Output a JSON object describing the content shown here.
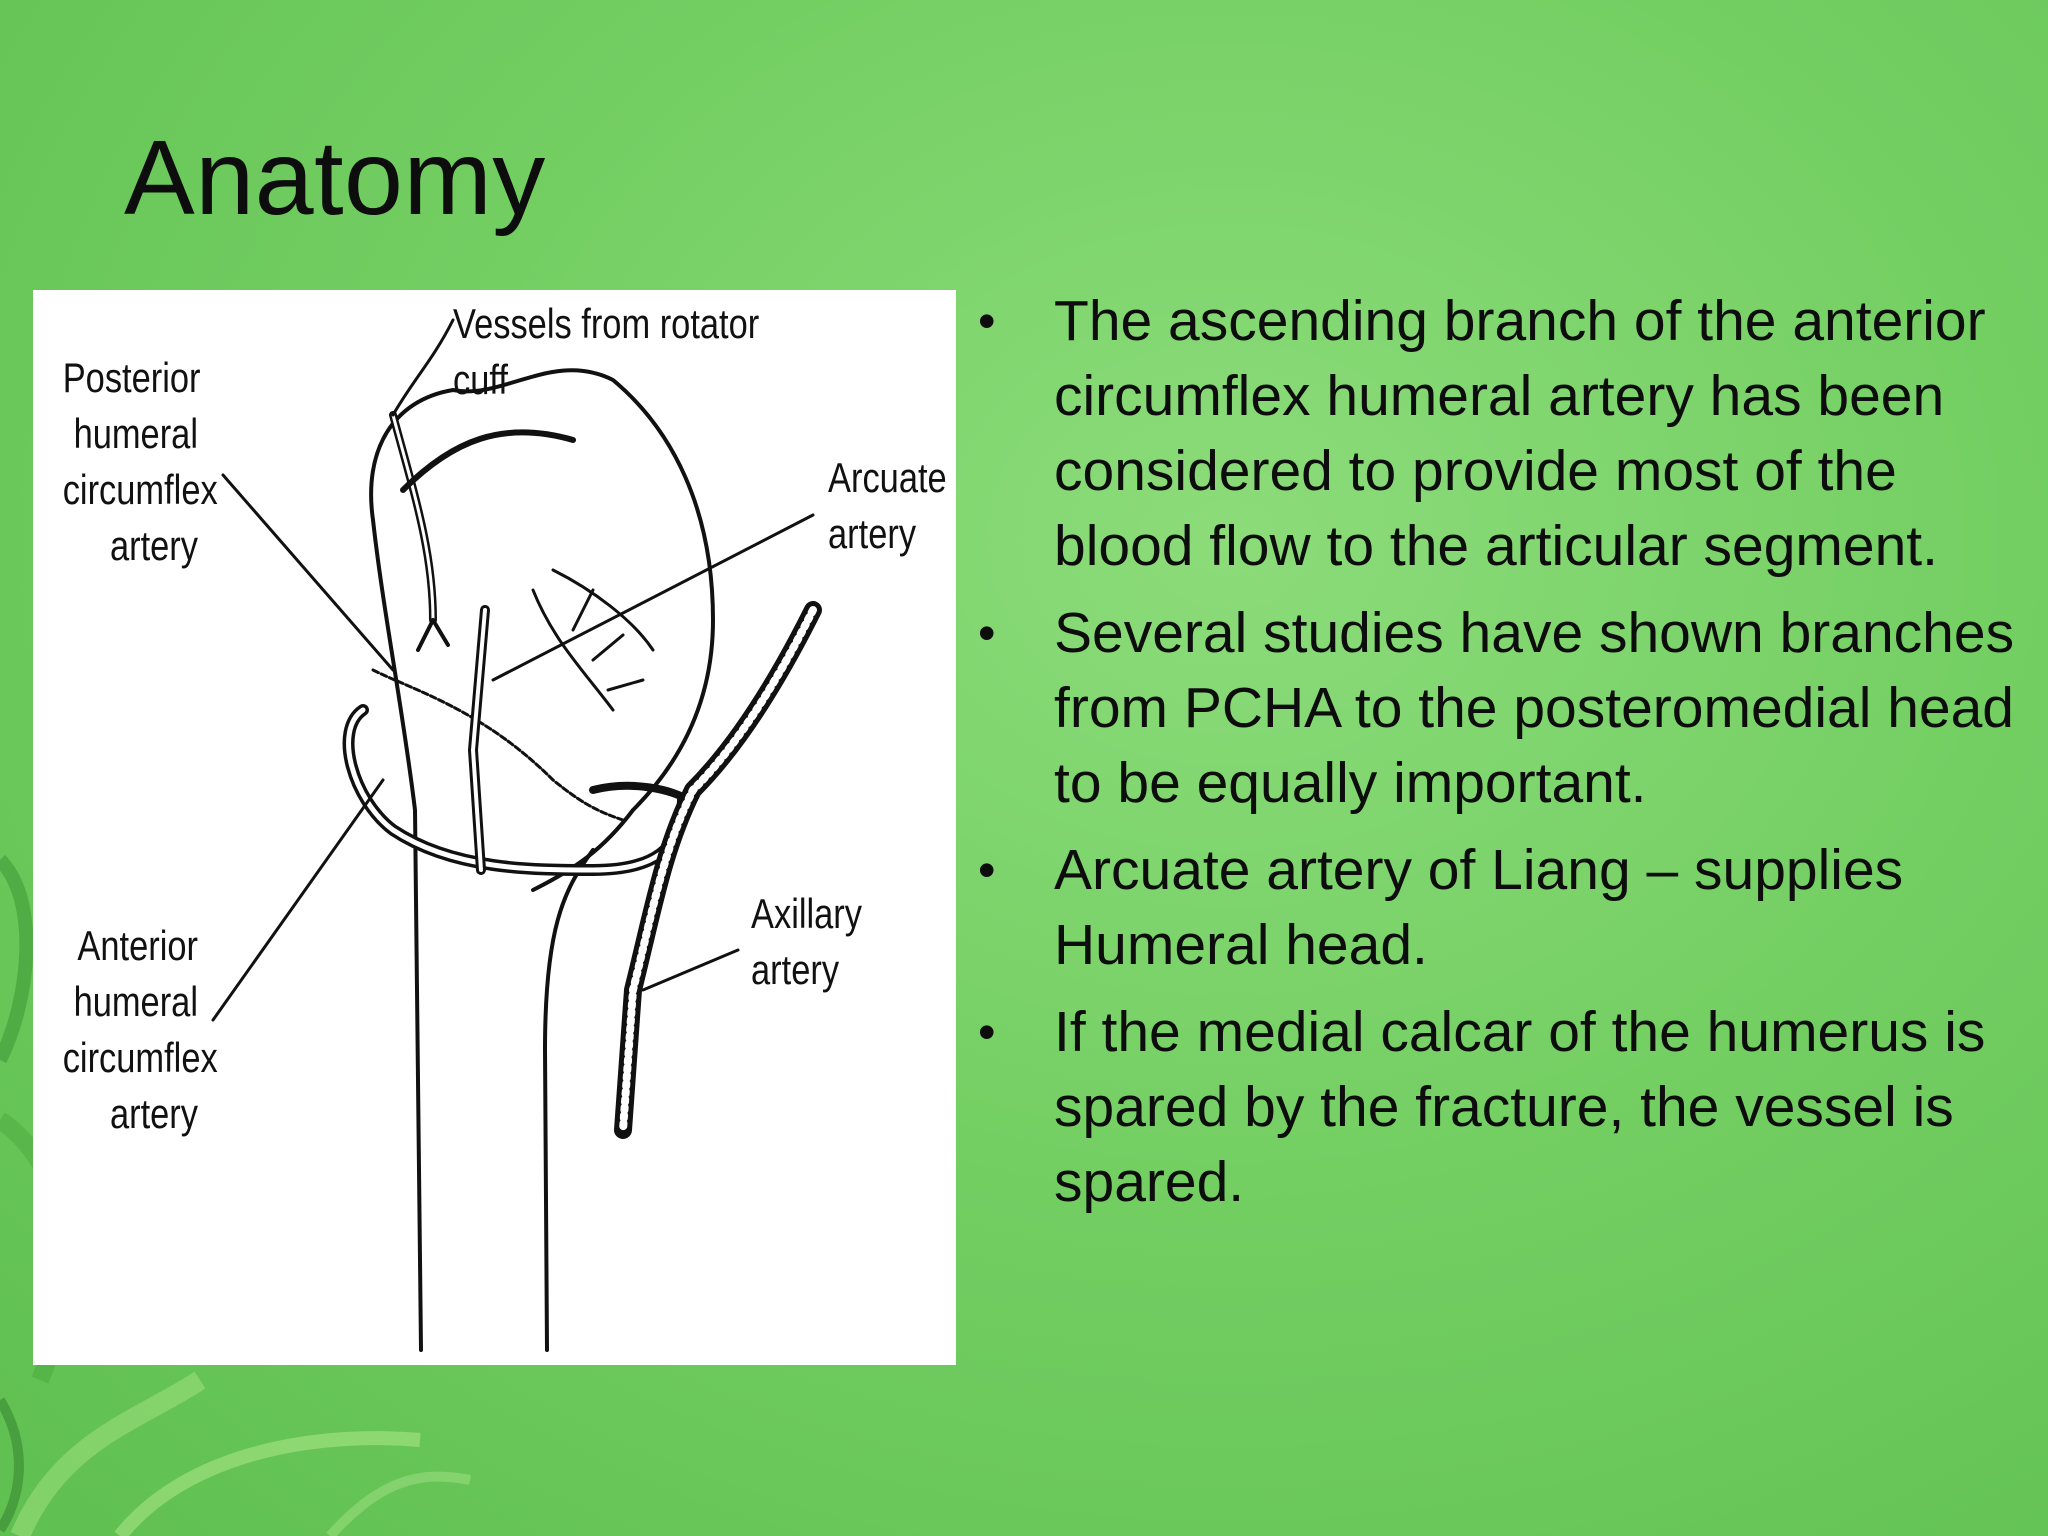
{
  "slide": {
    "title": "Anatomy",
    "bullets": [
      "The ascending branch of the anterior circumflex humeral artery  has been considered to provide most of the blood flow to the articular segment.",
      "Several studies have shown branches from PCHA to the posteromedial head to be equally important.",
      "Arcuate artery of Liang – supplies Humeral head.",
      "If the medial calcar of the humerus is spared by the fracture, the vessel is spared."
    ],
    "bullet_symbol": "•"
  },
  "figure": {
    "labels": {
      "vessels_rotator_cuff": "Vessels from rotator cuff",
      "posterior_line1": "Posterior",
      "posterior_line2": "humeral",
      "posterior_line3": "circumflex",
      "posterior_line4": "artery",
      "arcuate_line1": "Arcuate",
      "arcuate_line2": "artery",
      "anterior_line1": "Anterior",
      "anterior_line2": "humeral",
      "anterior_line3": "circumflex",
      "anterior_line4": "artery",
      "axillary_line1": "Axillary",
      "axillary_line2": "artery"
    }
  },
  "colors": {
    "background": "#74cf63",
    "text": "#0d0d0d",
    "figure_background": "#ffffff"
  }
}
